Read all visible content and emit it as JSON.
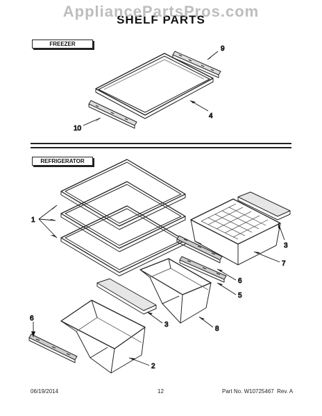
{
  "watermark": "AppliancePartsPros.com",
  "title": "SHELF PARTS",
  "sections": {
    "freezer": "FREEZER",
    "refrigerator": "REFRIGERATOR"
  },
  "callouts": {
    "c9": "9",
    "c4": "4",
    "c10": "10",
    "c1": "1",
    "c3a": "3",
    "c7": "7",
    "c6a": "6",
    "c5": "5",
    "c3b": "3",
    "c8": "8",
    "c6b": "6",
    "c2": "2"
  },
  "footer": {
    "date": "06/19/2014",
    "page": "12",
    "part_number": "Part No. W10725467  Rev. A"
  }
}
